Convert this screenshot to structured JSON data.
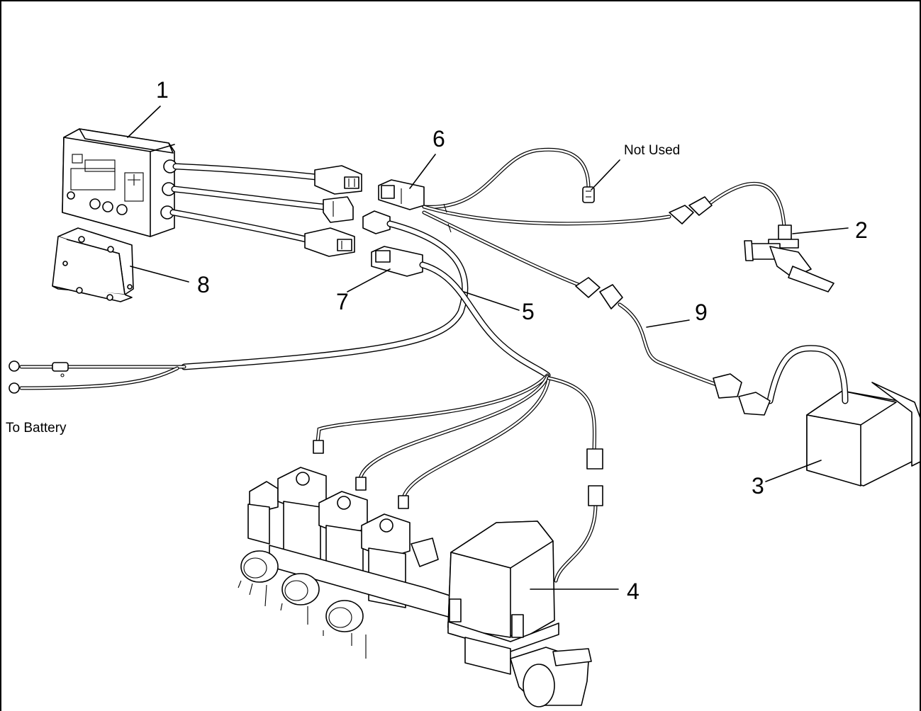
{
  "callouts": {
    "c1": "1",
    "c2": "2",
    "c3": "3",
    "c4": "4",
    "c5": "5",
    "c6": "6",
    "c7": "7",
    "c8": "8",
    "c9": "9"
  },
  "notes": {
    "not_used": "Not Used",
    "to_battery": "To Battery"
  }
}
